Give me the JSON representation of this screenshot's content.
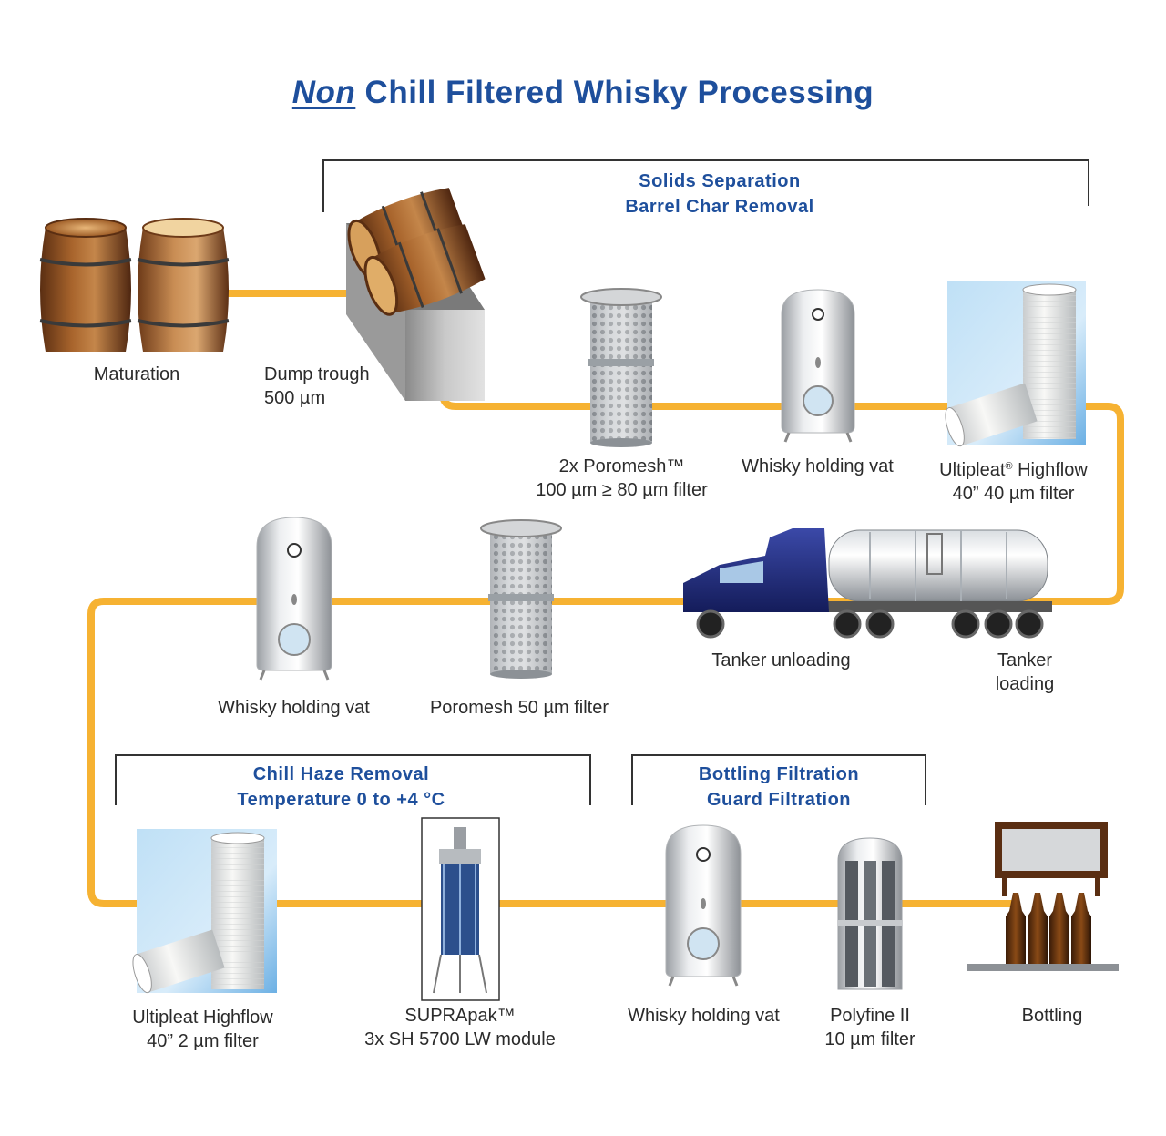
{
  "title": {
    "prefix": "Non",
    "rest": " Chill Filtered Whisky Processing"
  },
  "colors": {
    "pipe": "#f6b232",
    "title": "#1e4f9c",
    "label": "#2b2b2b",
    "bracket": "#333333"
  },
  "sections": {
    "solids": {
      "line1": "Solids Separation",
      "line2": "Barrel Char Removal"
    },
    "chill": {
      "line1": "Chill Haze Removal",
      "line2": "Temperature 0 to +4 °C"
    },
    "bottling": {
      "line1": "Bottling Filtration",
      "line2": "Guard Filtration"
    }
  },
  "steps": {
    "maturation": {
      "line1": "Maturation",
      "icon": "barrels-icon"
    },
    "dump_trough": {
      "line1": "Dump trough",
      "line2": "500 µm",
      "icon": "dump-trough-icon"
    },
    "poromesh_100": {
      "line1": "2x Poromesh™",
      "line2": "100 µm ≥ 80 µm filter",
      "icon": "mesh-filter-icon"
    },
    "vat_1": {
      "line1": "Whisky holding vat",
      "icon": "holding-vat-icon"
    },
    "ultipleat_40": {
      "line1a": "Ultipleat",
      "reg": "®",
      "line1b": " Highflow",
      "line2": "40” 40 µm filter",
      "icon": "pleated-filter-icon"
    },
    "tanker_unloading": {
      "line1": "Tanker unloading",
      "icon": "tanker-truck-icon"
    },
    "tanker_loading": {
      "line1": "Tanker",
      "line2": "loading"
    },
    "poromesh_50": {
      "line1": "Poromesh 50 µm filter",
      "icon": "mesh-filter-icon"
    },
    "vat_2": {
      "line1": "Whisky holding vat",
      "icon": "holding-vat-icon"
    },
    "ultipleat_2": {
      "line1": "Ultipleat Highflow",
      "line2": "40” 2 µm filter",
      "icon": "pleated-filter-icon"
    },
    "suprapak": {
      "line1": "SUPRApak™",
      "line2": "3x SH 5700 LW module",
      "icon": "module-housing-icon"
    },
    "vat_3": {
      "line1": "Whisky holding vat",
      "icon": "holding-vat-icon"
    },
    "polyfine": {
      "line1": "Polyfine II",
      "line2": "10 µm filter",
      "icon": "cartridge-housing-icon"
    },
    "bottling": {
      "line1": "Bottling",
      "icon": "bottling-line-icon"
    }
  }
}
